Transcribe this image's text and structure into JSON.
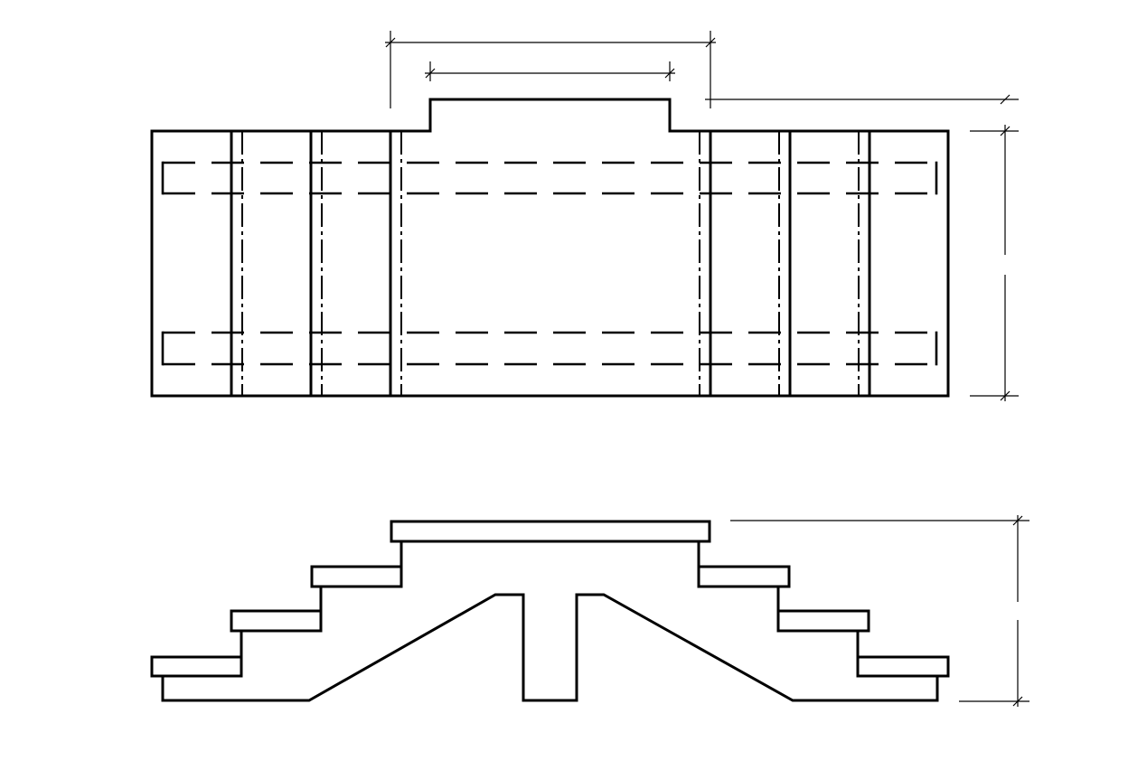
{
  "drawing": {
    "views": [
      {
        "id": "plan-view"
      },
      {
        "id": "elevation-view"
      }
    ],
    "dimensions": [
      {
        "id": "top-width-dimension",
        "label": ""
      },
      {
        "id": "landing-width-dimension",
        "label": ""
      },
      {
        "id": "landing-offset-dimension",
        "label": ""
      },
      {
        "id": "plan-depth-dimension",
        "label": ""
      },
      {
        "id": "elevation-height-dimension",
        "label": ""
      }
    ]
  }
}
